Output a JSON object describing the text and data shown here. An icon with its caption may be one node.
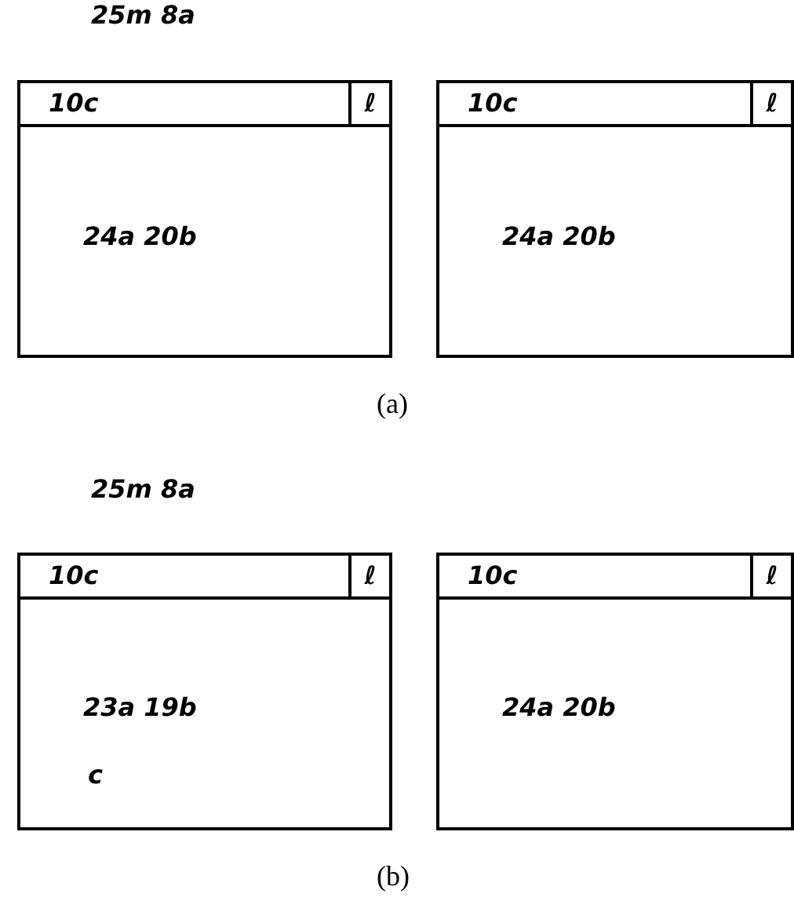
{
  "diagram": {
    "nodes": [
      {
        "text": [
          "10c",
          "ℓ",
          "24a 20b"
        ]
      },
      {
        "text": [
          "10c",
          "ℓ",
          "24a 20b"
        ]
      },
      {
        "text": [
          "10c",
          "ℓ",
          "23a 19b",
          "c"
        ]
      },
      {
        "text": [
          "10c",
          "ℓ",
          "24a 20b"
        ]
      }
    ],
    "labels": [
      "25m 8a",
      "(a)",
      "25m 8a",
      "(b)"
    ]
  }
}
